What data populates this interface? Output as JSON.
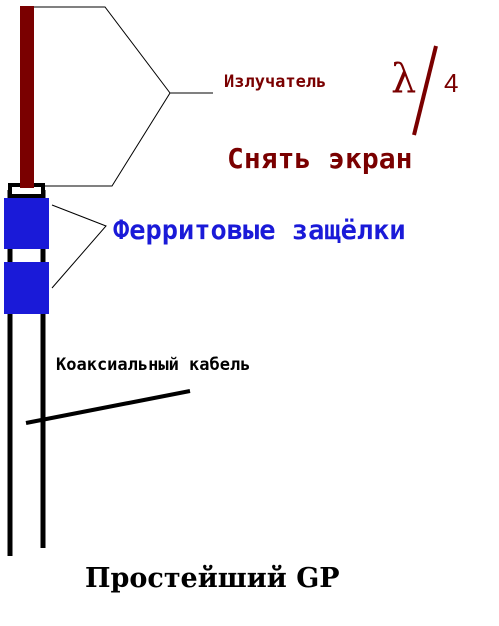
{
  "labels": {
    "radiator": "Излучатель",
    "lambda_symbol": "λ",
    "lambda_denominator": "4",
    "remove_shield": "Снять экран",
    "ferrite_clips": "Ферритовые защёлки",
    "coax_cable": "Коаксиальный кабель",
    "title": "Простейший GP"
  },
  "colors": {
    "radiator": "#7a0000",
    "ferrite": "#1a1ad8",
    "cable": "#000000",
    "background": "#ffffff"
  }
}
